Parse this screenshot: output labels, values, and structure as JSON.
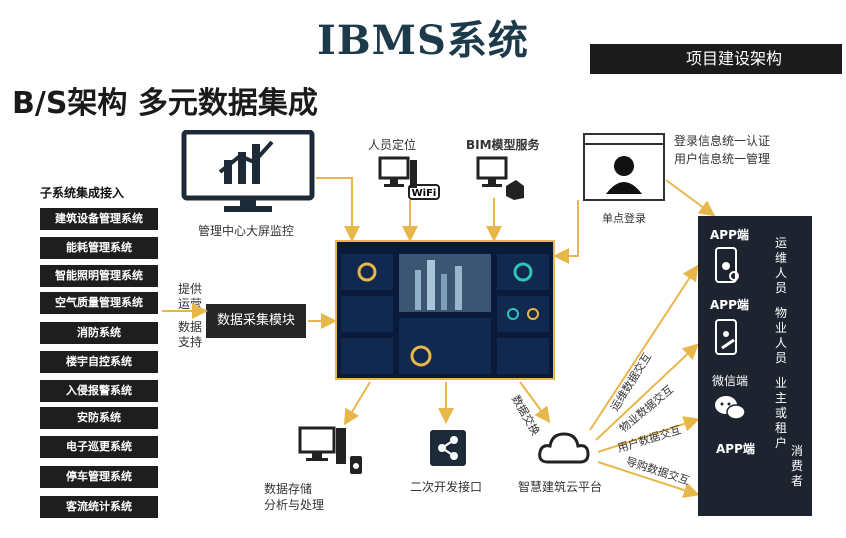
{
  "title": "IBMS系统",
  "banner": "项目建设架构",
  "subtitle": "B/S架构  多元数据集成",
  "subsystems": {
    "heading": "子系统集成接入",
    "items": [
      "建筑设备管理系统",
      "能耗管理系统",
      "智能照明管理系统",
      "空气质量管理系统",
      "消防系统",
      "楼宇自控系统",
      "入侵报警系统",
      "安防系统",
      "电子巡更系统",
      "停车管理系统",
      "客流统计系统"
    ]
  },
  "left_labels": {
    "provide": "提供",
    "ops": "运营",
    "data": "数据",
    "support": "支持"
  },
  "module": "数据采集模块",
  "nodes": {
    "monitor": "管理中心大屏监控",
    "personnel": "人员定位",
    "wifi": "WiFi",
    "bim": "BIM模型服务",
    "login1": "登录信息统一认证",
    "login2": "用户信息统一管理",
    "sso": "单点登录",
    "storage1": "数据存储",
    "storage2": "分析与处理",
    "api": "二次开发接口",
    "cloud": "智慧建筑云平台",
    "exchange": "数据交换"
  },
  "interactions": [
    "运维数据交互",
    "物业数据交互",
    "用户数据交互",
    "导购数据交互"
  ],
  "right_panel": {
    "clients": [
      "APP端",
      "APP端",
      "微信端",
      "APP端"
    ],
    "roles": [
      "运维人员",
      "物业人员",
      "业主或租户",
      "消费者"
    ]
  }
}
